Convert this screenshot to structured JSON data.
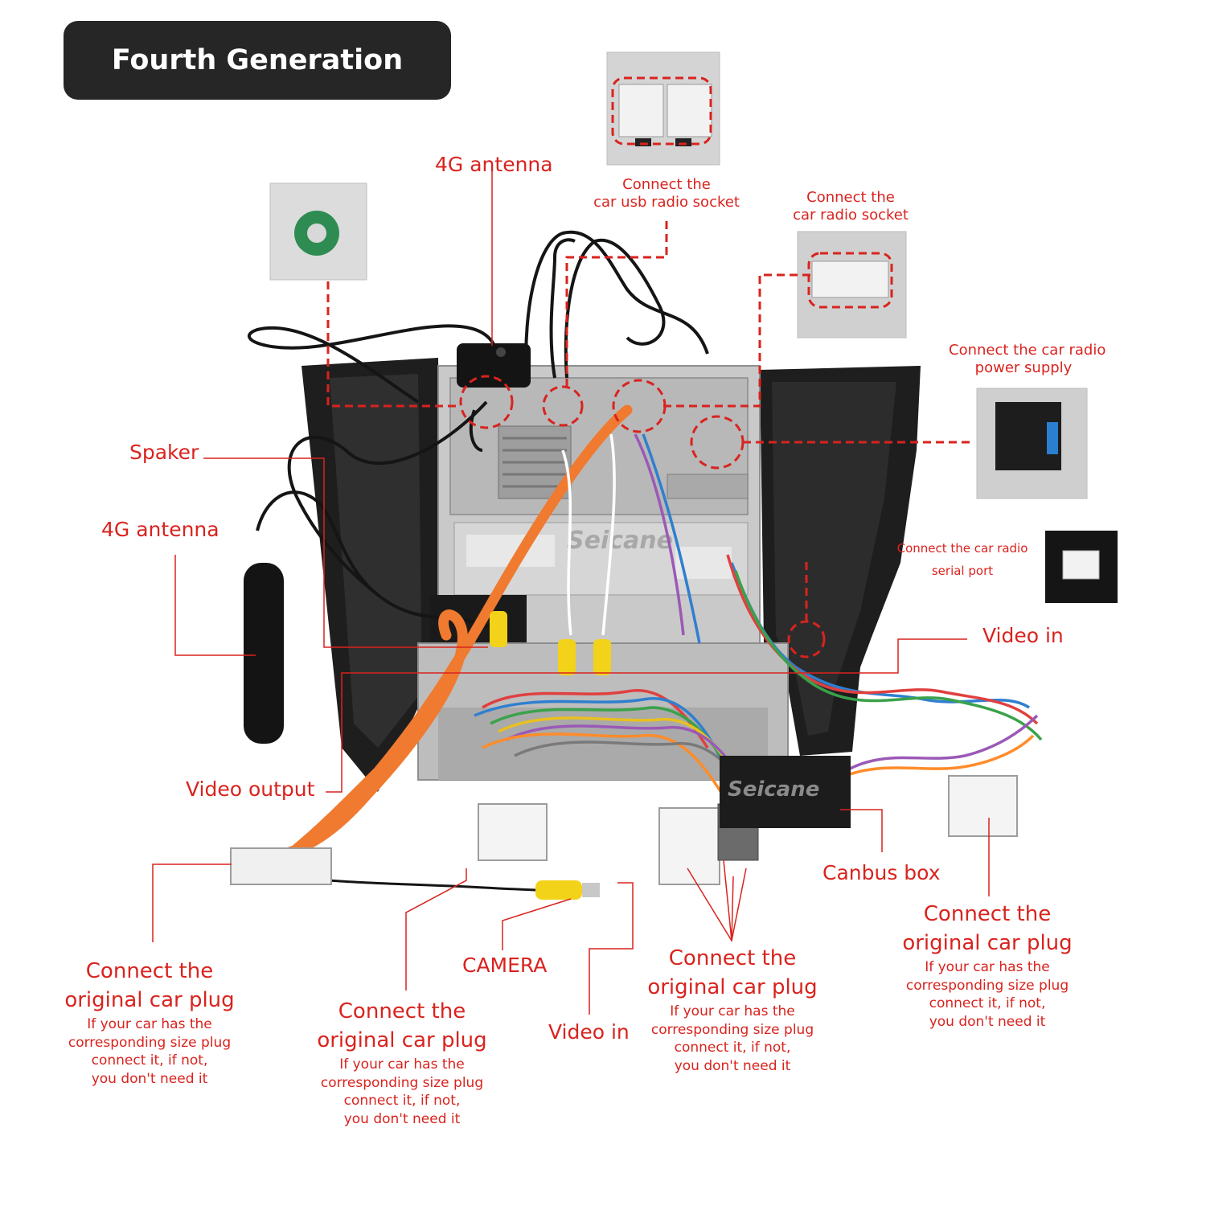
{
  "header": {
    "title": "Fourth Generation"
  },
  "brand": {
    "watermark": "Seicane"
  },
  "colors": {
    "accent": "#d9231e",
    "header_bg": "#262626",
    "cable_orange": "#f07a2f",
    "rca_yellow": "#f3d21a"
  },
  "labels": {
    "antenna_top": "4G antenna",
    "usb_socket": {
      "line1": "Connect the",
      "line2": "car usb radio socket"
    },
    "radio_socket": {
      "line1": "Connect the",
      "line2": "car  radio socket"
    },
    "power_supply": {
      "line1": "Connect the car radio",
      "line2": "power supply"
    },
    "serial_port": {
      "line1": "Connect the car radio",
      "line2": "serial port"
    },
    "speaker": "Spaker",
    "antenna_left": "4G antenna",
    "video_in_right": "Video in",
    "video_output": "Video output",
    "canbus_box": "Canbus box",
    "camera": "CAMERA",
    "video_in_bottom": "Video in"
  },
  "plug_blocks": [
    {
      "title1": "Connect the",
      "title2": "original car plug",
      "note1": "If your car has the",
      "note2": "corresponding size plug",
      "note3": "connect it, if not,",
      "note4": "you don't need it"
    },
    {
      "title1": "Connect the",
      "title2": "original car plug",
      "note1": "If your car has the",
      "note2": "corresponding size plug",
      "note3": "connect it, if not,",
      "note4": "you don't need it"
    },
    {
      "title1": "Connect the",
      "title2": "original car plug",
      "note1": "If your car has the",
      "note2": "corresponding size plug",
      "note3": "connect it, if not,",
      "note4": "you don't need it"
    },
    {
      "title1": "Connect the",
      "title2": "original car plug",
      "note1": "If your car has the",
      "note2": "corresponding size plug",
      "note3": "connect it, if not,",
      "note4": "you don't need it"
    }
  ]
}
